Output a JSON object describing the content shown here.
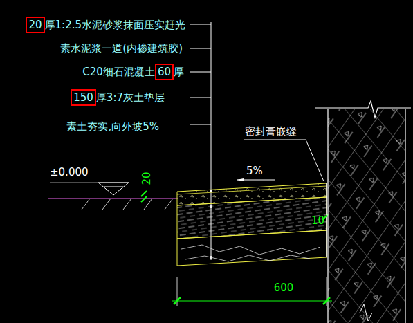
{
  "diagram": {
    "labels": [
      "20",
      "厚1:2.5水泥砂浆抹面压实赶光",
      "素水泥浆一道(内掺建筑胶)",
      "C20细石混凝土",
      "60",
      "厚",
      "150",
      "厚3:7灰土垫层",
      "素土夯实,向外坡5%",
      "密封膏嵌缝",
      "±0.000",
      "20",
      "5%",
      "10",
      "600"
    ]
  }
}
